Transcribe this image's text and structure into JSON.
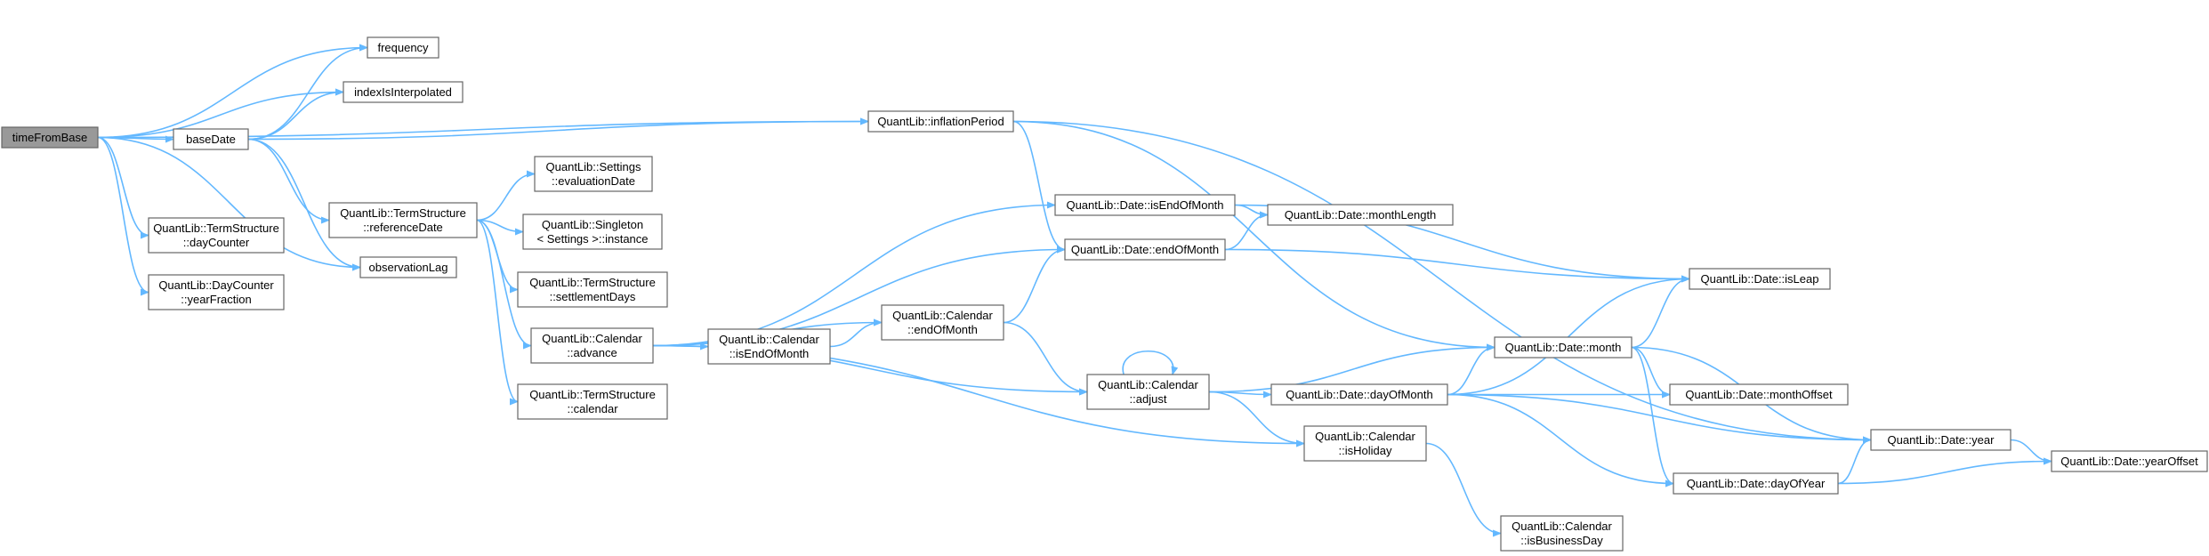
{
  "diagram": {
    "edge_color": "#63b8ff",
    "root_fill": "#999999",
    "nodes": [
      {
        "id": "timeFromBase",
        "lines": [
          "timeFromBase"
        ],
        "root": true
      },
      {
        "id": "frequency",
        "lines": [
          "frequency"
        ]
      },
      {
        "id": "indexIsInterpolated",
        "lines": [
          "indexIsInterpolated"
        ]
      },
      {
        "id": "baseDate",
        "lines": [
          "baseDate"
        ]
      },
      {
        "id": "ts_dayCounter",
        "lines": [
          "QuantLib::TermStructure",
          "::dayCounter"
        ]
      },
      {
        "id": "dc_yearFraction",
        "lines": [
          "QuantLib::DayCounter",
          "::yearFraction"
        ]
      },
      {
        "id": "ts_referenceDate",
        "lines": [
          "QuantLib::TermStructure",
          "::referenceDate"
        ]
      },
      {
        "id": "observationLag",
        "lines": [
          "observationLag"
        ]
      },
      {
        "id": "settings_evaluationDate",
        "lines": [
          "QuantLib::Settings",
          "::evaluationDate"
        ]
      },
      {
        "id": "singleton_instance",
        "lines": [
          "QuantLib::Singleton",
          "< Settings >::instance"
        ]
      },
      {
        "id": "ts_settlementDays",
        "lines": [
          "QuantLib::TermStructure",
          "::settlementDays"
        ]
      },
      {
        "id": "cal_advance",
        "lines": [
          "QuantLib::Calendar",
          "::advance"
        ]
      },
      {
        "id": "ts_calendar",
        "lines": [
          "QuantLib::TermStructure",
          "::calendar"
        ]
      },
      {
        "id": "cal_isEndOfMonth",
        "lines": [
          "QuantLib::Calendar",
          "::isEndOfMonth"
        ]
      },
      {
        "id": "cal_endOfMonth",
        "lines": [
          "QuantLib::Calendar",
          "::endOfMonth"
        ]
      },
      {
        "id": "inflationPeriod",
        "lines": [
          "QuantLib::inflationPeriod"
        ]
      },
      {
        "id": "date_isEndOfMonth",
        "lines": [
          "QuantLib::Date::isEndOfMonth"
        ]
      },
      {
        "id": "date_endOfMonth",
        "lines": [
          "QuantLib::Date::endOfMonth"
        ]
      },
      {
        "id": "cal_adjust",
        "lines": [
          "QuantLib::Calendar",
          "::adjust"
        ]
      },
      {
        "id": "cal_isHoliday",
        "lines": [
          "QuantLib::Calendar",
          "::isHoliday"
        ]
      },
      {
        "id": "cal_isBusinessDay",
        "lines": [
          "QuantLib::Calendar",
          "::isBusinessDay"
        ]
      },
      {
        "id": "date_monthLength",
        "lines": [
          "QuantLib::Date::monthLength"
        ]
      },
      {
        "id": "date_month",
        "lines": [
          "QuantLib::Date::month"
        ]
      },
      {
        "id": "date_dayOfMonth",
        "lines": [
          "QuantLib::Date::dayOfMonth"
        ]
      },
      {
        "id": "date_isLeap",
        "lines": [
          "QuantLib::Date::isLeap"
        ]
      },
      {
        "id": "date_monthOffset",
        "lines": [
          "QuantLib::Date::monthOffset"
        ]
      },
      {
        "id": "date_year",
        "lines": [
          "QuantLib::Date::year"
        ]
      },
      {
        "id": "date_dayOfYear",
        "lines": [
          "QuantLib::Date::dayOfYear"
        ]
      },
      {
        "id": "date_yearOffset",
        "lines": [
          "QuantLib::Date::yearOffset"
        ]
      }
    ],
    "edges": [
      [
        "timeFromBase",
        "frequency"
      ],
      [
        "timeFromBase",
        "indexIsInterpolated"
      ],
      [
        "timeFromBase",
        "baseDate"
      ],
      [
        "timeFromBase",
        "inflationPeriod"
      ],
      [
        "timeFromBase",
        "ts_dayCounter"
      ],
      [
        "timeFromBase",
        "dc_yearFraction"
      ],
      [
        "timeFromBase",
        "observationLag"
      ],
      [
        "baseDate",
        "frequency"
      ],
      [
        "baseDate",
        "indexIsInterpolated"
      ],
      [
        "baseDate",
        "inflationPeriod"
      ],
      [
        "baseDate",
        "ts_referenceDate"
      ],
      [
        "baseDate",
        "observationLag"
      ],
      [
        "ts_referenceDate",
        "settings_evaluationDate"
      ],
      [
        "ts_referenceDate",
        "singleton_instance"
      ],
      [
        "ts_referenceDate",
        "ts_settlementDays"
      ],
      [
        "ts_referenceDate",
        "cal_advance"
      ],
      [
        "ts_referenceDate",
        "ts_calendar"
      ],
      [
        "cal_advance",
        "date_isEndOfMonth"
      ],
      [
        "cal_advance",
        "date_endOfMonth"
      ],
      [
        "cal_advance",
        "cal_isEndOfMonth"
      ],
      [
        "cal_advance",
        "cal_endOfMonth"
      ],
      [
        "cal_advance",
        "cal_adjust"
      ],
      [
        "cal_advance",
        "cal_isHoliday"
      ],
      [
        "cal_isEndOfMonth",
        "cal_endOfMonth"
      ],
      [
        "cal_endOfMonth",
        "date_endOfMonth"
      ],
      [
        "cal_endOfMonth",
        "cal_adjust"
      ],
      [
        "inflationPeriod",
        "date_endOfMonth"
      ],
      [
        "inflationPeriod",
        "date_month"
      ],
      [
        "inflationPeriod",
        "date_year"
      ],
      [
        "date_isEndOfMonth",
        "date_monthLength"
      ],
      [
        "date_isEndOfMonth",
        "date_isLeap"
      ],
      [
        "date_endOfMonth",
        "date_monthLength"
      ],
      [
        "date_endOfMonth",
        "date_isLeap"
      ],
      [
        "cal_adjust",
        "cal_adjust"
      ],
      [
        "cal_adjust",
        "date_month"
      ],
      [
        "cal_adjust",
        "date_dayOfMonth"
      ],
      [
        "cal_adjust",
        "cal_isHoliday"
      ],
      [
        "cal_isHoliday",
        "cal_isBusinessDay"
      ],
      [
        "date_month",
        "date_isLeap"
      ],
      [
        "date_month",
        "date_monthOffset"
      ],
      [
        "date_month",
        "date_year"
      ],
      [
        "date_month",
        "date_dayOfYear"
      ],
      [
        "date_dayOfMonth",
        "date_month"
      ],
      [
        "date_dayOfMonth",
        "date_isLeap"
      ],
      [
        "date_dayOfMonth",
        "date_monthOffset"
      ],
      [
        "date_dayOfMonth",
        "date_year"
      ],
      [
        "date_dayOfMonth",
        "date_dayOfYear"
      ],
      [
        "date_dayOfYear",
        "date_year"
      ],
      [
        "date_dayOfYear",
        "date_yearOffset"
      ],
      [
        "date_year",
        "date_yearOffset"
      ]
    ]
  }
}
